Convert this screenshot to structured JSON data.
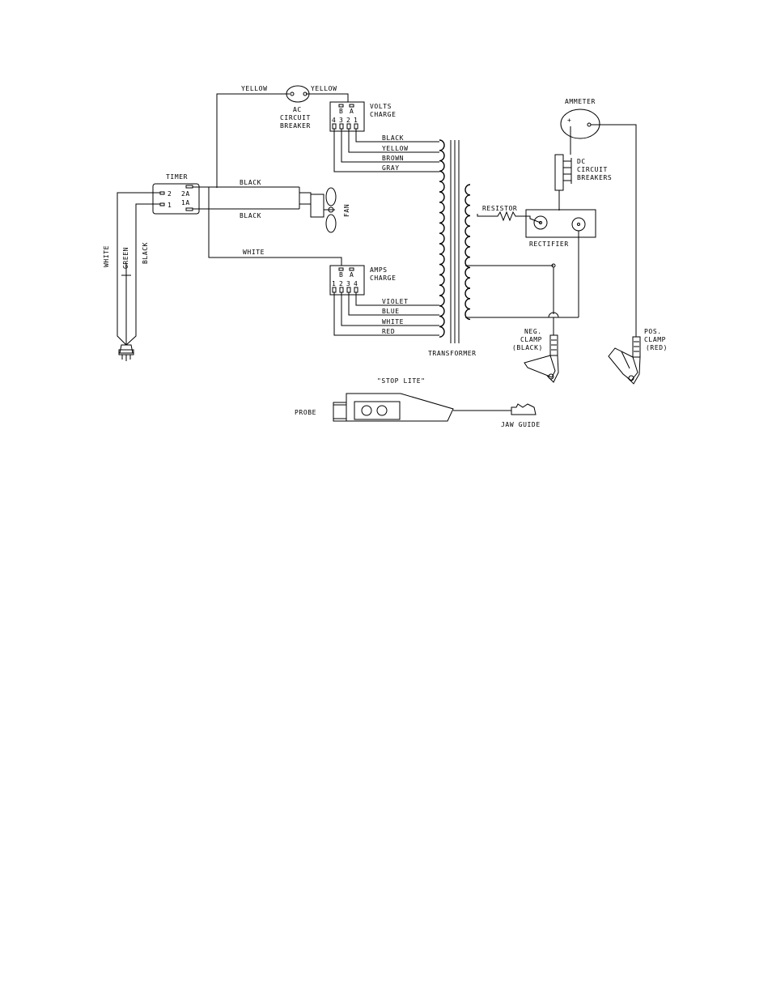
{
  "labels": {
    "yellow_1": "YELLOW",
    "yellow_2": "YELLOW",
    "ac_breaker_1": "AC",
    "ac_breaker_2": "CIRCUIT",
    "ac_breaker_3": "BREAKER",
    "volts_1": "VOLTS",
    "volts_2": "CHARGE",
    "black_top": "BLACK",
    "yellow_wire": "YELLOW",
    "brown": "BROWN",
    "gray": "GRAY",
    "timer": "TIMER",
    "timer_2": "2",
    "timer_1": "1",
    "timer_2a": "2A",
    "timer_1a": "1A",
    "black_a": "BLACK",
    "black_b": "BLACK",
    "fan": "FAN",
    "white_h": "WHITE",
    "amps_1": "AMPS",
    "amps_2": "CHARGE",
    "violet": "VIOLET",
    "blue": "BLUE",
    "white_wire": "WHITE",
    "red": "RED",
    "white_v": "WHITE",
    "green_v": "GREEN",
    "black_v": "BLACK",
    "transformer": "TRANSFORMER",
    "ammeter": "AMMETER",
    "plus": "+",
    "dc_1": "DC",
    "dc_2": "CIRCUIT",
    "dc_3": "BREAKERS",
    "resistor": "RESISTOR",
    "rectifier": "RECTIFIER",
    "neg_1": "NEG.",
    "neg_2": "CLAMP",
    "neg_3": "(BLACK)",
    "pos_1": "POS.",
    "pos_2": "CLAMP",
    "pos_3": "(RED)",
    "stop_lite": "\"STOP LITE\"",
    "probe": "PROBE",
    "jaw_guide": "JAW GUIDE",
    "vb": "B",
    "va": "A",
    "v4": "4",
    "v3": "3",
    "v2": "2",
    "v1": "1",
    "ab": "B",
    "aa": "A",
    "a1": "1",
    "a2": "2",
    "a3": "3",
    "a4": "4"
  }
}
